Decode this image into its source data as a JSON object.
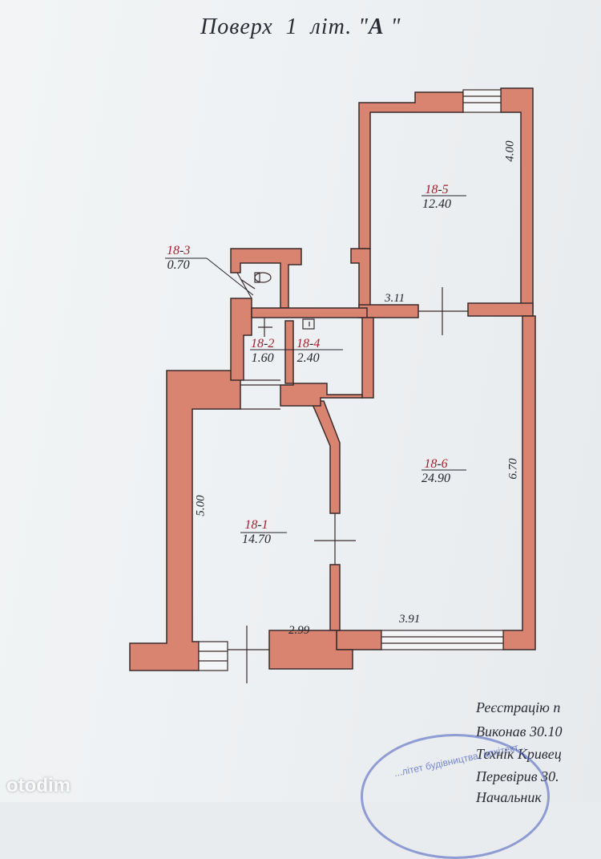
{
  "title": {
    "prefix": "Поверх  1  літ. \"",
    "letter": "А",
    "suffix": " \""
  },
  "rooms": [
    {
      "code": "18",
      "num": "1",
      "area": "14.70"
    },
    {
      "code": "18",
      "num": "2",
      "area": "1.60"
    },
    {
      "code": "18",
      "num": "3",
      "area": "0.70"
    },
    {
      "code": "18",
      "num": "4",
      "area": "2.40"
    },
    {
      "code": "18",
      "num": "5",
      "area": "12.40"
    },
    {
      "code": "18",
      "num": "6",
      "area": "24.90"
    }
  ],
  "dimensions": {
    "room5_height": "4.00",
    "room5_width": "3.11",
    "room6_height": "6.70",
    "room6_width": "3.91",
    "room1_height": "5.00",
    "room1_width": "2.99"
  },
  "registration": {
    "line1": "Реєстрацію п",
    "line2": "Виконав 30.10",
    "line3": "Технік Кривец",
    "line4": "Перевірив 30.",
    "line5": "Начальник"
  },
  "stamp_text": "...літет будівництва, архітект...",
  "watermark": "otodim",
  "colors": {
    "wall": "#d98470",
    "wall_stroke": "#3b2a2a",
    "accent_red": "#a31d2b"
  }
}
